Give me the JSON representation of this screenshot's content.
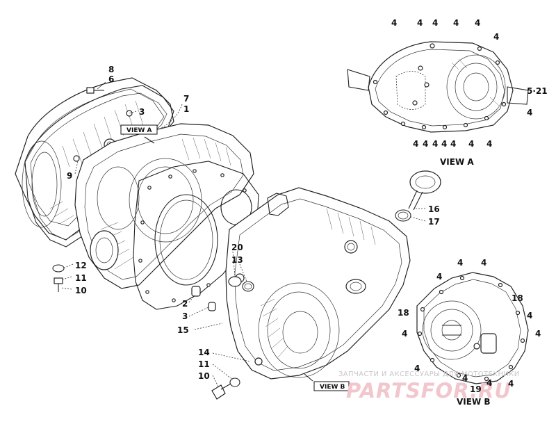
{
  "views": {
    "view_a_title": "VIEW A",
    "view_b_title": "VIEW B",
    "view_a_tag": "VIEW A",
    "view_b_tag": "VIEW B"
  },
  "labels": {
    "l8": "8",
    "l6": "6",
    "l7": "7",
    "l1": "1",
    "l3a": "3",
    "l9": "9",
    "l12": "12",
    "l11a": "11",
    "l10a": "10",
    "l20": "20",
    "l13": "13",
    "l2": "2",
    "l3b": "3",
    "l15": "15",
    "l14": "14",
    "l11b": "11",
    "l10b": "10",
    "l16": "16",
    "l17": "17",
    "va_4_1": "4",
    "va_4_2": "4",
    "va_4_3": "4",
    "va_4_4": "4",
    "va_4_5": "4",
    "va_4_6": "4",
    "va_521": "5·21",
    "va_4_7": "4",
    "va_4_b1": "4",
    "va_4_b2": "4",
    "va_4_b3": "4",
    "va_4_b4": "4",
    "va_4_b5": "4",
    "va_4_b6": "4",
    "va_4_b7": "4",
    "vb_4_1": "4",
    "vb_4_2": "4",
    "vb_4_3": "4",
    "vb_18a": "18",
    "vb_18b": "18",
    "vb_4_4": "4",
    "vb_4_5": "4",
    "vb_4_6": "4",
    "vb_4_7": "4",
    "vb_4_8": "4",
    "vb_19": "19",
    "vb_4_9": "4",
    "vb_4_10": "4"
  },
  "watermark": {
    "top_text": "ЗАПЧАСТИ И АКСЕССУАРЫ ДЛЯ МОТОТЕХНИКИ",
    "logo_text": "PARTSFOR.RU"
  }
}
